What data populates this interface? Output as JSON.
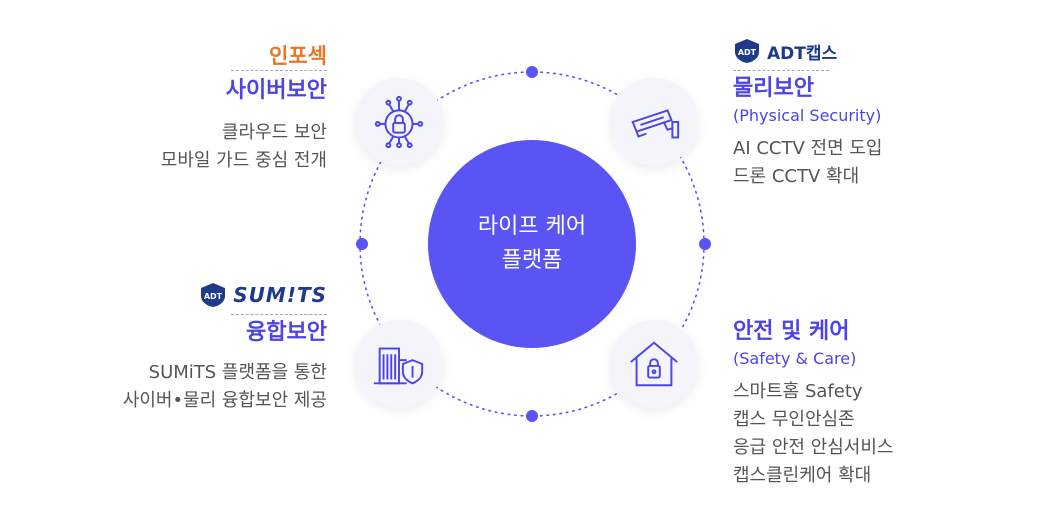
{
  "center": {
    "line1": "라이프 케어",
    "line2": "플랫폼"
  },
  "cyber": {
    "brand": "인포섹",
    "title": "사이버보안",
    "desc": [
      "클라우드 보안",
      "모바일 가드 중심 전개"
    ],
    "icon": "lock-chip-icon"
  },
  "physical": {
    "logo_badge": "ADT",
    "logo_text": "ADT캡스",
    "title": "물리보안",
    "subtitle": "(Physical Security)",
    "desc": [
      "AI CCTV 전면 도입",
      "드론 CCTV 확대"
    ],
    "icon": "cctv-camera-icon"
  },
  "converged": {
    "logo_badge": "ADT",
    "logo_text": "SUM!TS",
    "title": "융합보안",
    "desc": [
      "SUMiTS 플랫폼을 통한",
      "사이버•물리 융합보안 제공"
    ],
    "icon": "building-shield-icon"
  },
  "safety": {
    "title": "안전 및 케어",
    "subtitle": "(Safety & Care)",
    "desc": [
      "스마트홈 Safety",
      "캡스 무인안심존",
      "응급 안전 안심서비스",
      "캡스클린케어 확대"
    ],
    "icon": "house-lock-icon"
  },
  "colors": {
    "primary": "#5b54f5",
    "title": "#4c44e6",
    "brand_orange": "#e87624",
    "node_bg": "#f4f4fb"
  }
}
